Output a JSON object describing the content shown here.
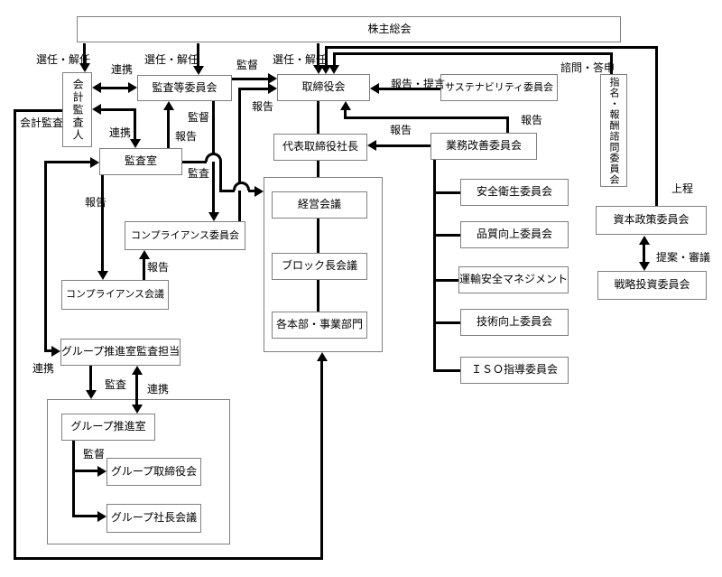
{
  "colors": {
    "line": "#000000",
    "box_border": "#7f7f7f",
    "background": "#ffffff",
    "text": "#000000"
  },
  "nodes": {
    "shareholders": "株主総会",
    "accounting_auditor": "会計監査人",
    "audit_committee": "監査等委員会",
    "board": "取締役会",
    "sustainability_committee": "サステナビリティ委員会",
    "nomination_remuneration_advisory": "指名・報酬諮問委員会",
    "audit_office": "監査室",
    "president": "代表取締役社長",
    "business_improvement": "業務改善委員会",
    "compliance_committee": "コンプライアンス委員会",
    "compliance_meeting": "コンプライアンス会議",
    "management_meeting": "経営会議",
    "block_leader_meeting": "ブロック長会議",
    "divisions": "各本部・事業部門",
    "safety_health": "安全衛生委員会",
    "quality_improvement": "品質向上委員会",
    "transport_safety": "運輸安全マネジメント",
    "technology_improvement": "技術向上委員会",
    "iso_guidance": "ＩＳＯ指導委員会",
    "capital_policy": "資本政策委員会",
    "strategic_investment": "戦略投資委員会",
    "group_promotion_audit": "グループ推進室監査担当",
    "group_promotion_office": "グループ推進室",
    "group_board": "グループ取締役会",
    "group_presidents_meeting": "グループ社長会議"
  },
  "edge_labels": {
    "election_auditor": "選任・解任",
    "election_audit_committee": "選任・解任",
    "election_board": "選任・解任",
    "cooperation_auditor_committee": "連携",
    "supervision_board": "監督",
    "report_proposal": "報告・提言",
    "advisory_reply": "諮問・答申",
    "accounting_audit": "会計監査",
    "cooperation_auditor_office": "連携",
    "report_office_committee": "報告",
    "supervision_compliance": "監督",
    "report_compliance_board": "報告",
    "report_improvement_president": "報告",
    "report_improvement_board": "報告",
    "audit_office_exec": "監査",
    "submission": "上程",
    "report_office_compliance_meeting": "報告",
    "report_meeting_committee": "報告",
    "proposal_deliberation": "提案・審議",
    "cooperation_office_group_audit": "連携",
    "audit_group": "監査",
    "cooperation_group_audit_office": "連携",
    "supervision_group": "監督"
  }
}
